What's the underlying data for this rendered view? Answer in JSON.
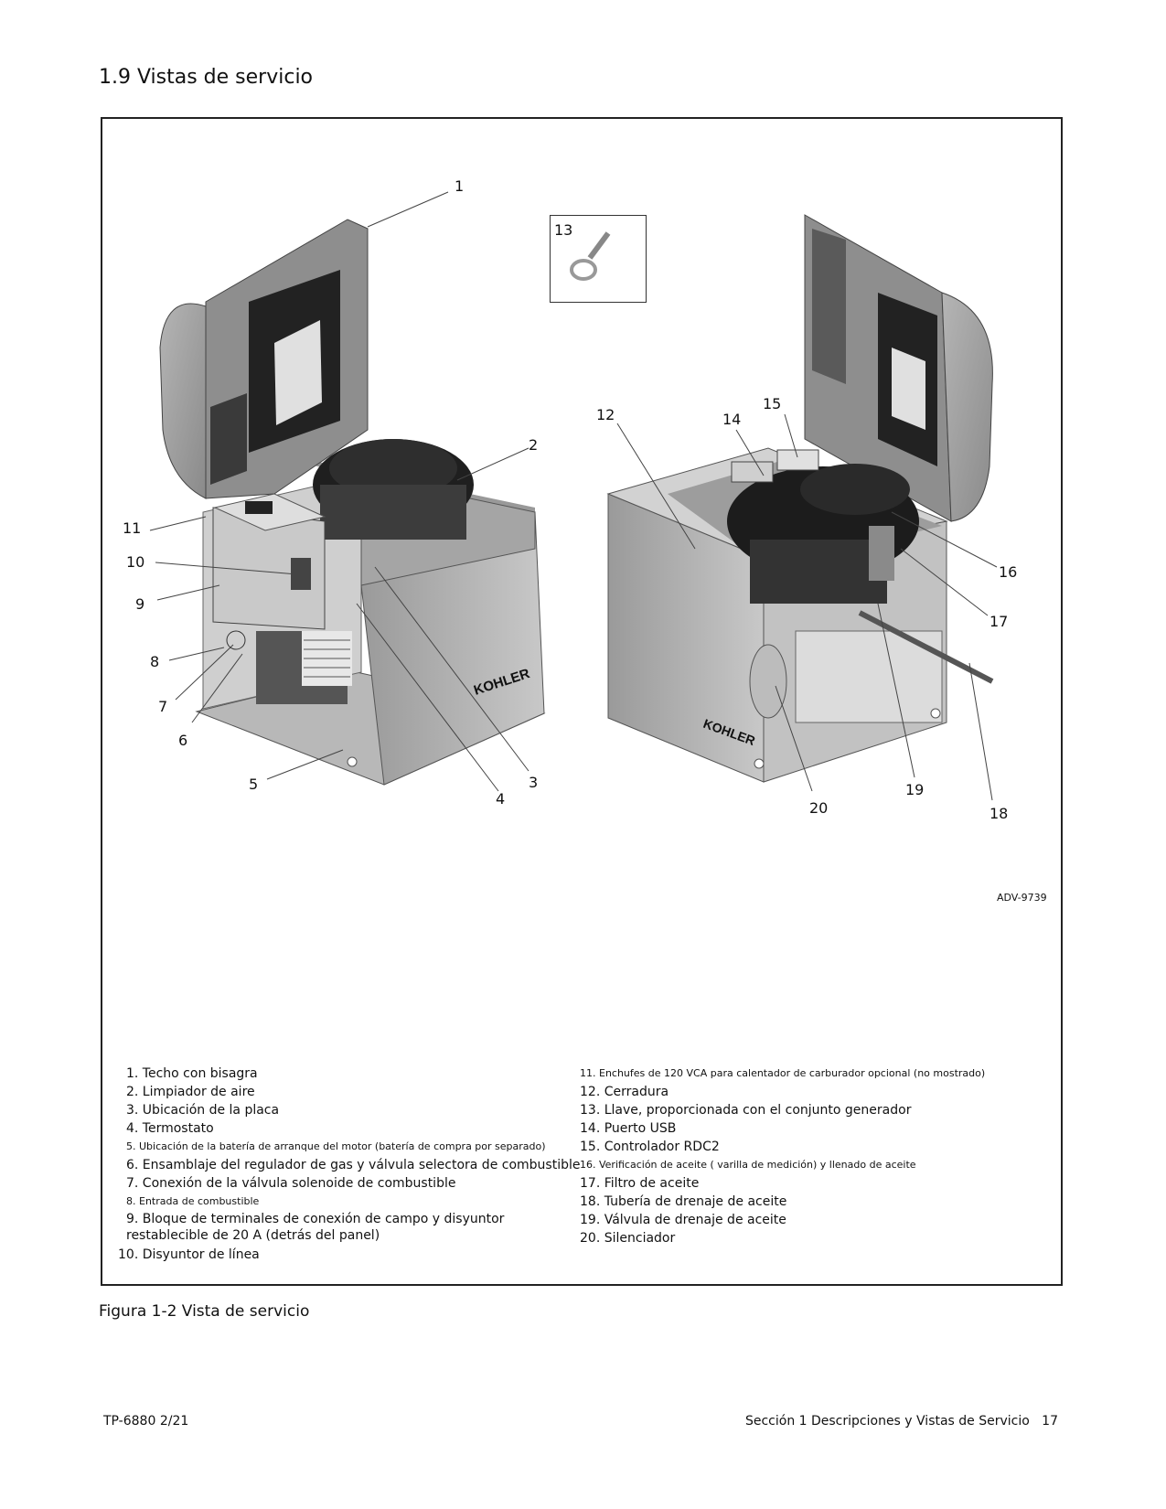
{
  "section_title": "1.9 Vistas de servicio",
  "figure_id": "ADV-9739",
  "caption": "Figura 1-2 Vista de servicio",
  "brand_label": "KOHLER",
  "callouts": [
    "1",
    "2",
    "3",
    "4",
    "5",
    "6",
    "7",
    "8",
    "9",
    "10",
    "11",
    "12",
    "13",
    "14",
    "15",
    "16",
    "17",
    "18",
    "19",
    "20"
  ],
  "legend_left": [
    "1. Techo con bisagra",
    "2. Limpiador de aire",
    "3. Ubicación de la placa",
    "4. Termostato",
    "5. Ubicación de la batería de arranque del motor (batería de compra por separado)",
    "6. Ensamblaje del regulador de gas y válvula selectora de combustible",
    "7. Conexión de la válvula solenoide de combustible",
    "8. Entrada de combustible",
    "9. Bloque de terminales de conexión de campo y disyuntor restablecible de 20 A (detrás del panel)",
    "10. Disyuntor de línea"
  ],
  "legend_right": [
    "11. Enchufes de 120 VCA para calentador de carburador opcional (no mostrado)",
    "12. Cerradura",
    "13. Llave, proporcionada con el conjunto generador",
    "14. Puerto USB",
    "15. Controlador RDC2",
    "16. Verificación de aceite ( varilla de medición) y llenado de aceite",
    "17. Filtro de aceite",
    "18. Tubería de drenaje de aceite",
    "19. Válvula de drenaje de aceite",
    "20. Silenciador"
  ],
  "footer_left": "TP-6880 2/21",
  "footer_right": "Sección 1 Descripciones y Vistas de Servicio   17"
}
